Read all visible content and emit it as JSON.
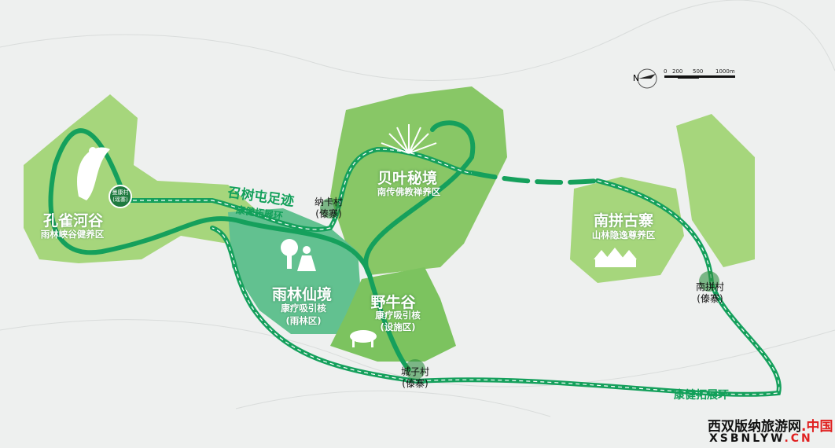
{
  "compass": {
    "label": "N",
    "icon": "north-arrow-icon"
  },
  "scale_bar": {
    "ticks": [
      "0",
      "200",
      "500",
      "1000m"
    ]
  },
  "zones": [
    {
      "title": "孔雀河谷",
      "subtitle": "雨林峡谷健养区",
      "icon": "peacock-icon"
    },
    {
      "title": "贝叶秘境",
      "subtitle": "南传佛教禅养区",
      "icon": "palm-leaf-icon"
    },
    {
      "title": "雨林仙境",
      "subtitle": "康疗吸引核",
      "subtitle2": "(雨林区)",
      "icon": "meditation-tree-icon"
    },
    {
      "title": "野牛谷",
      "subtitle": "康疗吸引核",
      "subtitle2": "(设施区)",
      "icon": "bison-icon"
    },
    {
      "title": "南拼古寨",
      "subtitle": "山林隐逸尊养区",
      "icon": "village-houses-icon"
    }
  ],
  "villages": [
    {
      "name": "曼康村",
      "tag": "(瑶寨)"
    },
    {
      "name": "纳卡村",
      "tag": "(傣寨)"
    },
    {
      "name": "城子村",
      "tag": "(傣寨)"
    },
    {
      "name": "南拼村",
      "tag": "(傣寨)"
    }
  ],
  "trails": {
    "title": "召树屯足迹",
    "loop_upper": "康健拓展环",
    "loop_lower": "康健拓展环"
  },
  "watermark": {
    "text": "西双版纳旅游网",
    "suffix": ".中国",
    "domain": "XSBNLYW",
    "domain_suffix": ".CN"
  },
  "colors": {
    "zone_light": "#a3d37a",
    "zone_mid": "#7cc35f",
    "zone_rainforest": "#62c190",
    "trail": "#15a05c",
    "background": "#eef0ef"
  }
}
